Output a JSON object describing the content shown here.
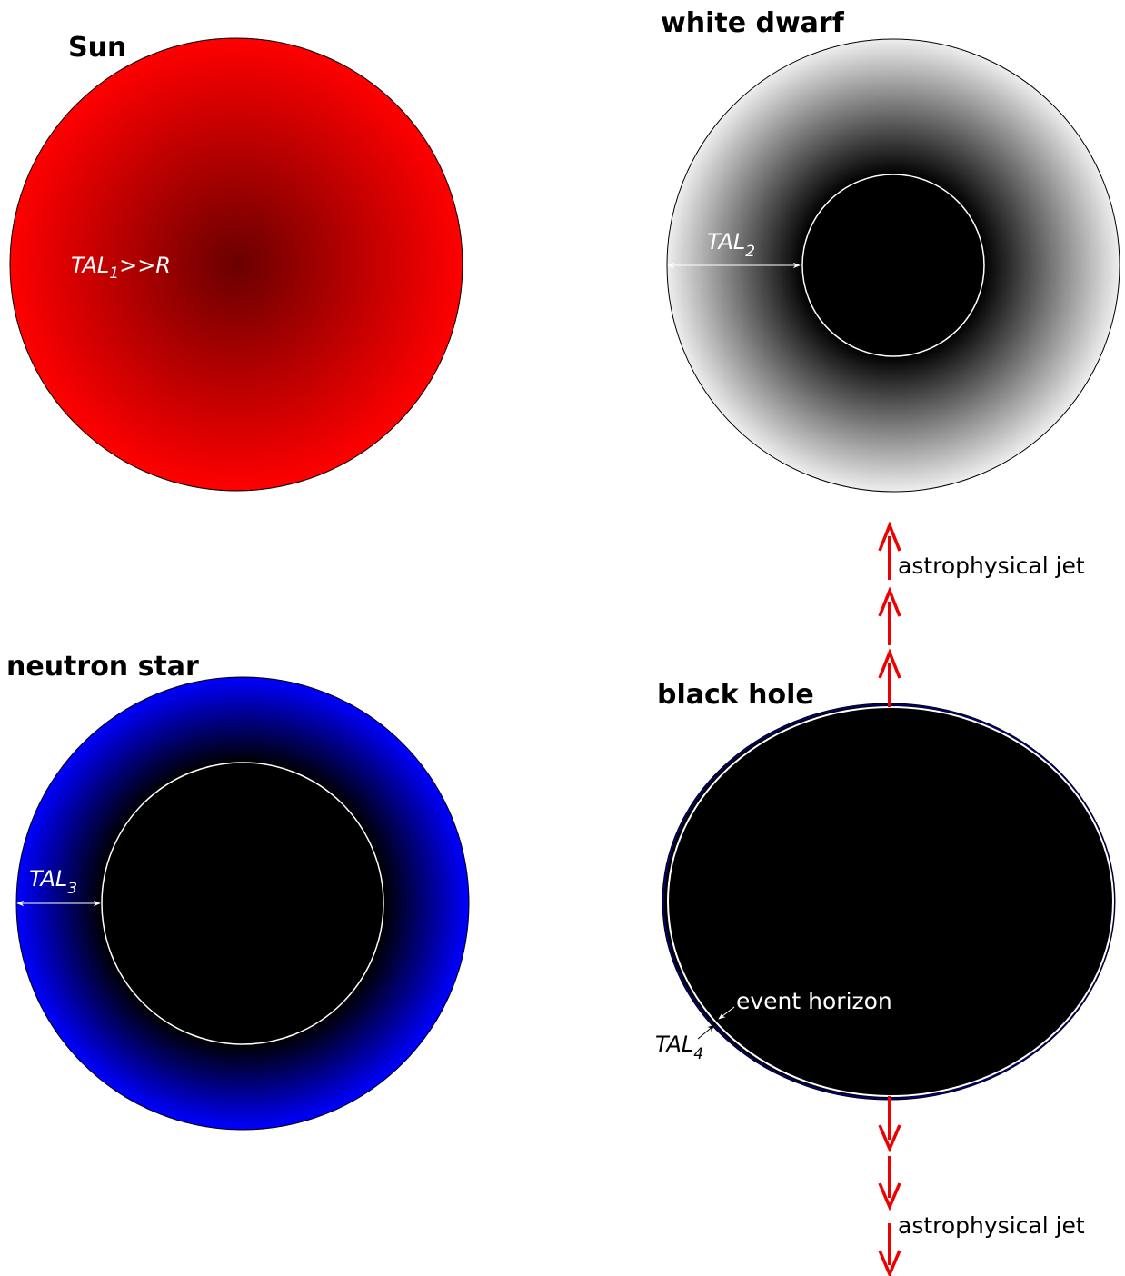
{
  "colors": {
    "sun_edge": "#ff0000",
    "sun_center": "#6a0000",
    "white_dwarf_edge": "#eeeeee",
    "neutron_edge": "#0000ff",
    "black": "#000000",
    "jet": "#ee0000",
    "ring_dark_blue": "#000080"
  },
  "sun": {
    "title": "Sun",
    "tal": "TAL",
    "tal_sub": "1",
    "tal_suffix": ">>R"
  },
  "white_dwarf": {
    "title": "white dwarf",
    "tal": "TAL",
    "tal_sub": "2"
  },
  "neutron_star": {
    "title": "neutron star",
    "tal": "TAL",
    "tal_sub": "3"
  },
  "black_hole": {
    "title": "black hole",
    "tal": "TAL",
    "tal_sub": "4",
    "event_horizon": "event horizon",
    "jet_top": "astrophysical jet",
    "jet_bottom": "astrophysical jet"
  }
}
